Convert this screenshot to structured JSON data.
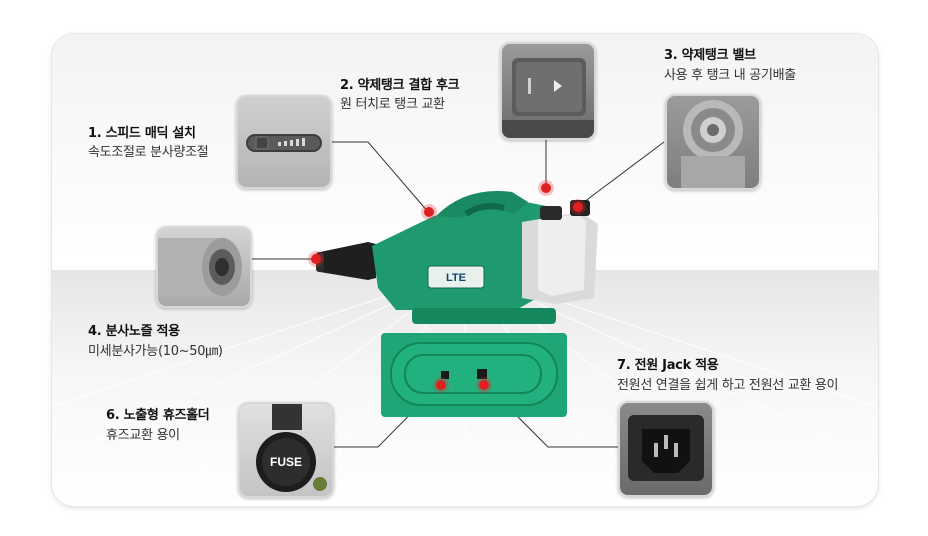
{
  "callouts": [
    {
      "title": "1. 스피드 매딕 설치",
      "subtitle": "속도조절로 분사량조절"
    },
    {
      "title": "2. 약제탱크 결합 후크",
      "subtitle": "원 터치로 탱크 교환"
    },
    {
      "title": "3. 약제탱크 밸브",
      "subtitle": "사용 후 탱크 내 공기배출"
    },
    {
      "title": "4. 분사노즐 적용",
      "subtitle": "미세분사가능(10~50㎛)"
    },
    {
      "title": "6. 노출형 휴즈홀더",
      "subtitle": "휴즈교환 용이"
    },
    {
      "title": "7. 전원 Jack 적용",
      "subtitle": "전원선 연결을 쉽게 하고 전원선 교환 용이"
    }
  ],
  "product_badge": "LTE",
  "fuse_label": "FUSE",
  "colors": {
    "accent_dot": "#e02020",
    "body_green": "#1f9a6e",
    "tank_grey": "#d9dadb"
  }
}
